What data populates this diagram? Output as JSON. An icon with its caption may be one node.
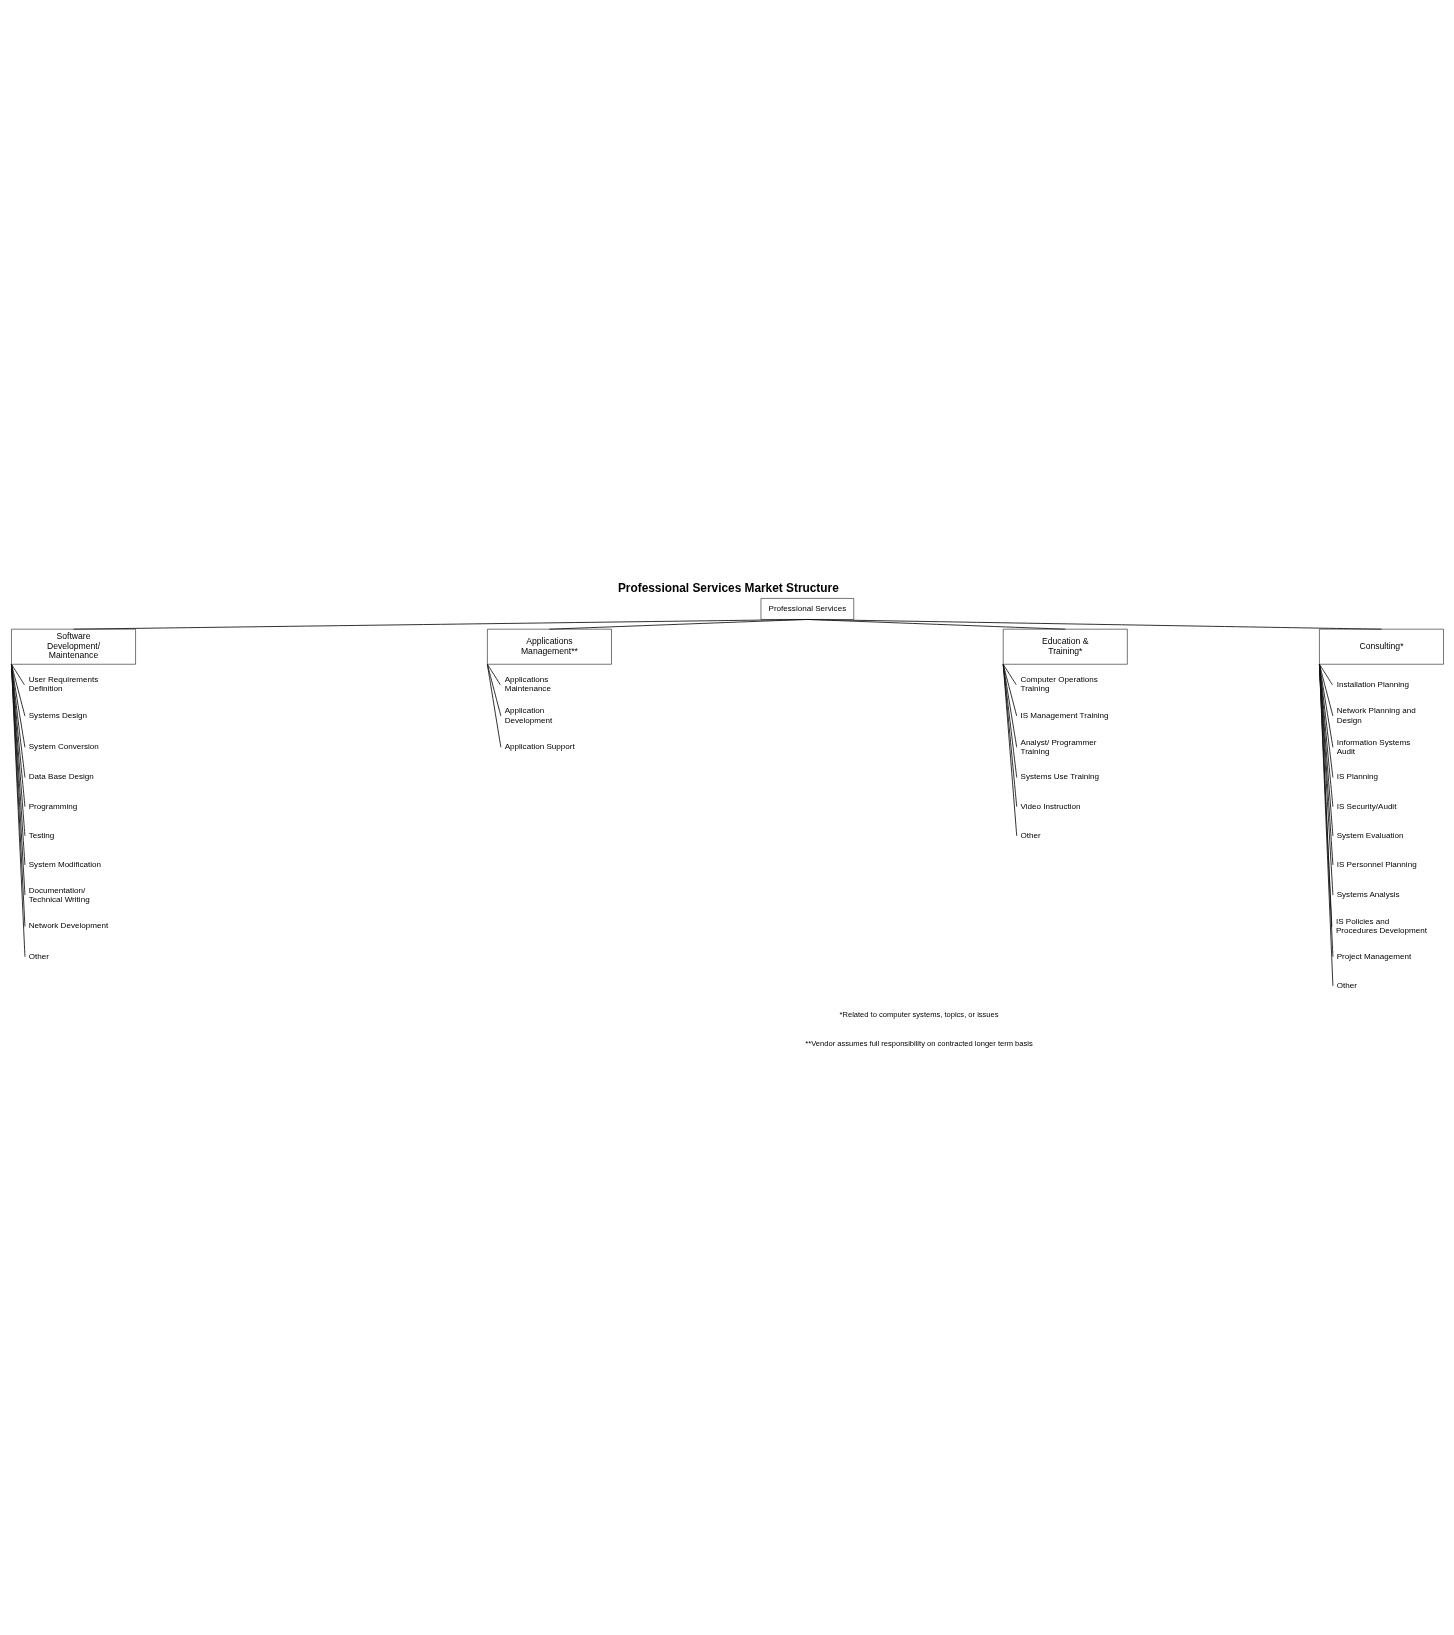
{
  "diagram": {
    "title": "Professional Services Market Structure",
    "nodes": [
      {
        "text": [
          "Professional Services"
        ]
      },
      {
        "text": [
          "Applications Management**"
        ]
      },
      {
        "text": [
          "Software Development/ Maintenance"
        ]
      },
      {
        "text": [
          "Consulting*"
        ]
      },
      {
        "text": [
          "Education & Training*"
        ]
      },
      {
        "text": [
          "Applications Maintenance"
        ]
      },
      {
        "text": [
          "Application Development"
        ]
      },
      {
        "text": [
          "Application Support"
        ]
      },
      {
        "text": [
          "User Requirements Definition"
        ]
      },
      {
        "text": [
          "Systems Design"
        ]
      },
      {
        "text": [
          "System Conversion"
        ]
      },
      {
        "text": [
          "Data Base Design"
        ]
      },
      {
        "text": [
          "Programming"
        ]
      },
      {
        "text": [
          "Testing"
        ]
      },
      {
        "text": [
          "System Modification"
        ]
      },
      {
        "text": [
          "Documentation/ Technical Writing"
        ]
      },
      {
        "text": [
          "Network Development"
        ]
      },
      {
        "text": [
          "Other"
        ]
      },
      {
        "text": [
          "Installation Planning"
        ]
      },
      {
        "text": [
          "Network Planning and Design"
        ]
      },
      {
        "text": [
          "Information Systems Audit"
        ]
      },
      {
        "text": [
          "IS Planning"
        ]
      },
      {
        "text": [
          "IS Security/Audit"
        ]
      },
      {
        "text": [
          "System Evaluation"
        ]
      },
      {
        "text": [
          "IS Personnel Planning"
        ]
      },
      {
        "text": [
          "Systems Analysis"
        ]
      },
      {
        "text": [
          "IS Policies and Procedures Development"
        ]
      },
      {
        "text": [
          "Project Management"
        ]
      },
      {
        "text": [
          "Other"
        ]
      },
      {
        "text": [
          "Computer Operations Training"
        ]
      },
      {
        "text": [
          "IS Management Training"
        ]
      },
      {
        "text": [
          "Analyst/ Programmer Training"
        ]
      },
      {
        "text": [
          "Systems Use Training"
        ]
      },
      {
        "text": [
          "Video Instruction"
        ]
      },
      {
        "text": [
          "Other"
        ]
      }
    ],
    "edges": [
      {
        "from": 0,
        "to": 1,
        "arrow": "none"
      },
      {
        "from": 0,
        "to": 2,
        "arrow": "none"
      },
      {
        "from": 0,
        "to": 3,
        "arrow": "none"
      },
      {
        "from": 0,
        "to": 4,
        "arrow": "none"
      },
      {
        "from": 1,
        "to": 5,
        "arrow": "none"
      },
      {
        "from": 1,
        "to": 6,
        "arrow": "none"
      },
      {
        "from": 1,
        "to": 7,
        "arrow": "none"
      },
      {
        "from": 2,
        "to": 8,
        "arrow": "none"
      },
      {
        "from": 2,
        "to": 9,
        "arrow": "none"
      },
      {
        "from": 2,
        "to": 10,
        "arrow": "none"
      },
      {
        "from": 2,
        "to": 11,
        "arrow": "none"
      },
      {
        "from": 2,
        "to": 12,
        "arrow": "none"
      },
      {
        "from": 2,
        "to": 13,
        "arrow": "none"
      },
      {
        "from": 2,
        "to": 14,
        "arrow": "none"
      },
      {
        "from": 2,
        "to": 15,
        "arrow": "none"
      },
      {
        "from": 2,
        "to": 16,
        "arrow": "none"
      },
      {
        "from": 2,
        "to": 17,
        "arrow": "none"
      },
      {
        "from": 3,
        "to": 18,
        "arrow": "none"
      },
      {
        "from": 3,
        "to": 19,
        "arrow": "none"
      },
      {
        "from": 3,
        "to": 20,
        "arrow": "none"
      },
      {
        "from": 3,
        "to": 21,
        "arrow": "none"
      },
      {
        "from": 3,
        "to": 22,
        "arrow": "none"
      },
      {
        "from": 3,
        "to": 23,
        "arrow": "none"
      },
      {
        "from": 3,
        "to": 24,
        "arrow": "none"
      },
      {
        "from": 3,
        "to": 25,
        "arrow": "none"
      },
      {
        "from": 3,
        "to": 26,
        "arrow": "none"
      },
      {
        "from": 3,
        "to": 27,
        "arrow": "none"
      },
      {
        "from": 3,
        "to": 28,
        "arrow": "none"
      },
      {
        "from": 4,
        "to": 29,
        "arrow": "none"
      },
      {
        "from": 4,
        "to": 30,
        "arrow": "none"
      },
      {
        "from": 4,
        "to": 31,
        "arrow": "none"
      },
      {
        "from": 4,
        "to": 32,
        "arrow": "none"
      },
      {
        "from": 4,
        "to": 33,
        "arrow": "none"
      },
      {
        "from": 4,
        "to": 34,
        "arrow": "none"
      }
    ],
    "labels": [
      "*Related to computer systems, topics, or issues",
      "**Vendor assumes full responsibility on contracted longer term basis"
    ]
  }
}
